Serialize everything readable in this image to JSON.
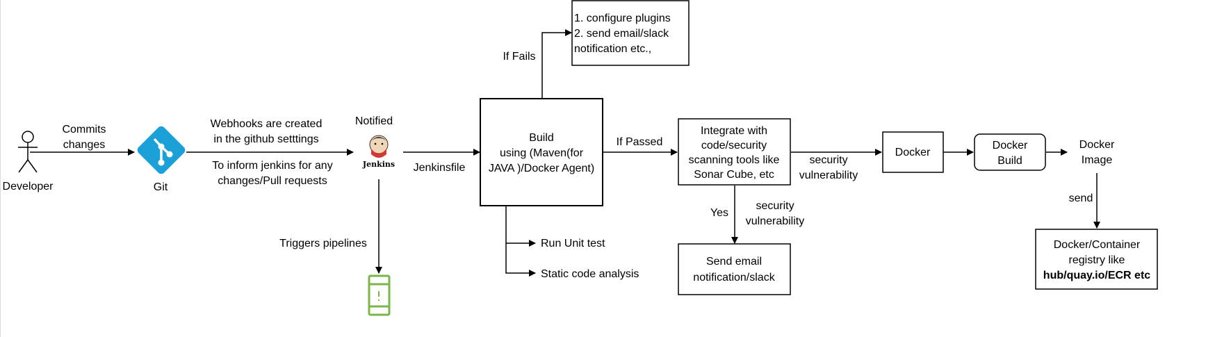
{
  "nodes": {
    "developer": {
      "label": "Developer"
    },
    "git": {
      "label": "Git"
    },
    "jenkins": {
      "label": "Notified",
      "logo_text": "Jenkins"
    },
    "build": {
      "lines": [
        "Build",
        "using (Maven(for",
        "JAVA )/Docker Agent)"
      ]
    },
    "fails_box": {
      "lines": [
        "1. configure plugins",
        "2. send email/slack",
        "notification etc.,"
      ]
    },
    "integrate": {
      "lines": [
        "Integrate with",
        "code/security",
        "scanning tools like",
        "Sonar Cube, etc"
      ]
    },
    "send_email": {
      "lines": [
        "Send email",
        "notification/slack"
      ]
    },
    "docker": {
      "label": "Docker"
    },
    "docker_build": {
      "lines": [
        "Docker",
        "Build"
      ]
    },
    "docker_image": {
      "lines": [
        "Docker",
        "Image"
      ]
    },
    "registry": {
      "lines": [
        "Docker/Container",
        "registry like",
        "hub/quay.io/ECR etc"
      ]
    }
  },
  "edge_labels": {
    "commits": [
      "Commits",
      "changes"
    ],
    "webhooks_top": [
      "Webhooks are created",
      "in the github setttings"
    ],
    "webhooks_bottom": [
      "To inform jenkins for any",
      "changes/Pull requests"
    ],
    "jenkinsfile": "Jenkinsfile",
    "if_fails": "If Fails",
    "if_passed": "If Passed",
    "triggers": "Triggers pipelines",
    "run_unit_test": "Run Unit test",
    "static_code": "Static code analysis",
    "security_right": [
      "security",
      "vulnerability"
    ],
    "yes": "Yes",
    "security_down": [
      "security",
      "vulnerability"
    ],
    "send": "send"
  },
  "colors": {
    "git": "#1BA0D7",
    "pipeline_icon": "#7AB648",
    "jenkins_face": "#F0D6B7",
    "jenkins_red": "#D33833"
  }
}
